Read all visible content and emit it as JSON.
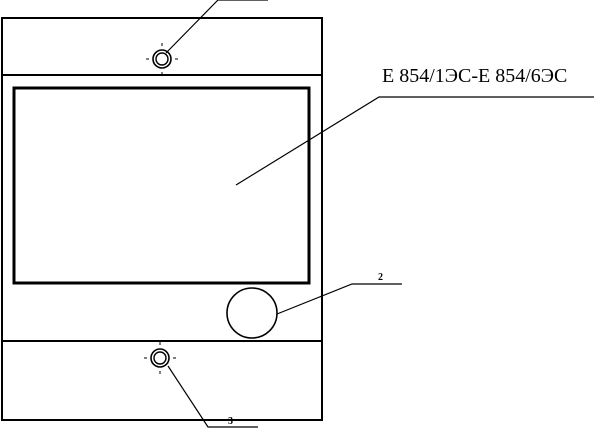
{
  "drawing": {
    "model_label": "Е 854/1ЭС-Е 854/6ЭС",
    "callouts": {
      "item_2": "2",
      "item_3": "3"
    },
    "colors": {
      "line": "#000000",
      "background": "#ffffff"
    }
  }
}
